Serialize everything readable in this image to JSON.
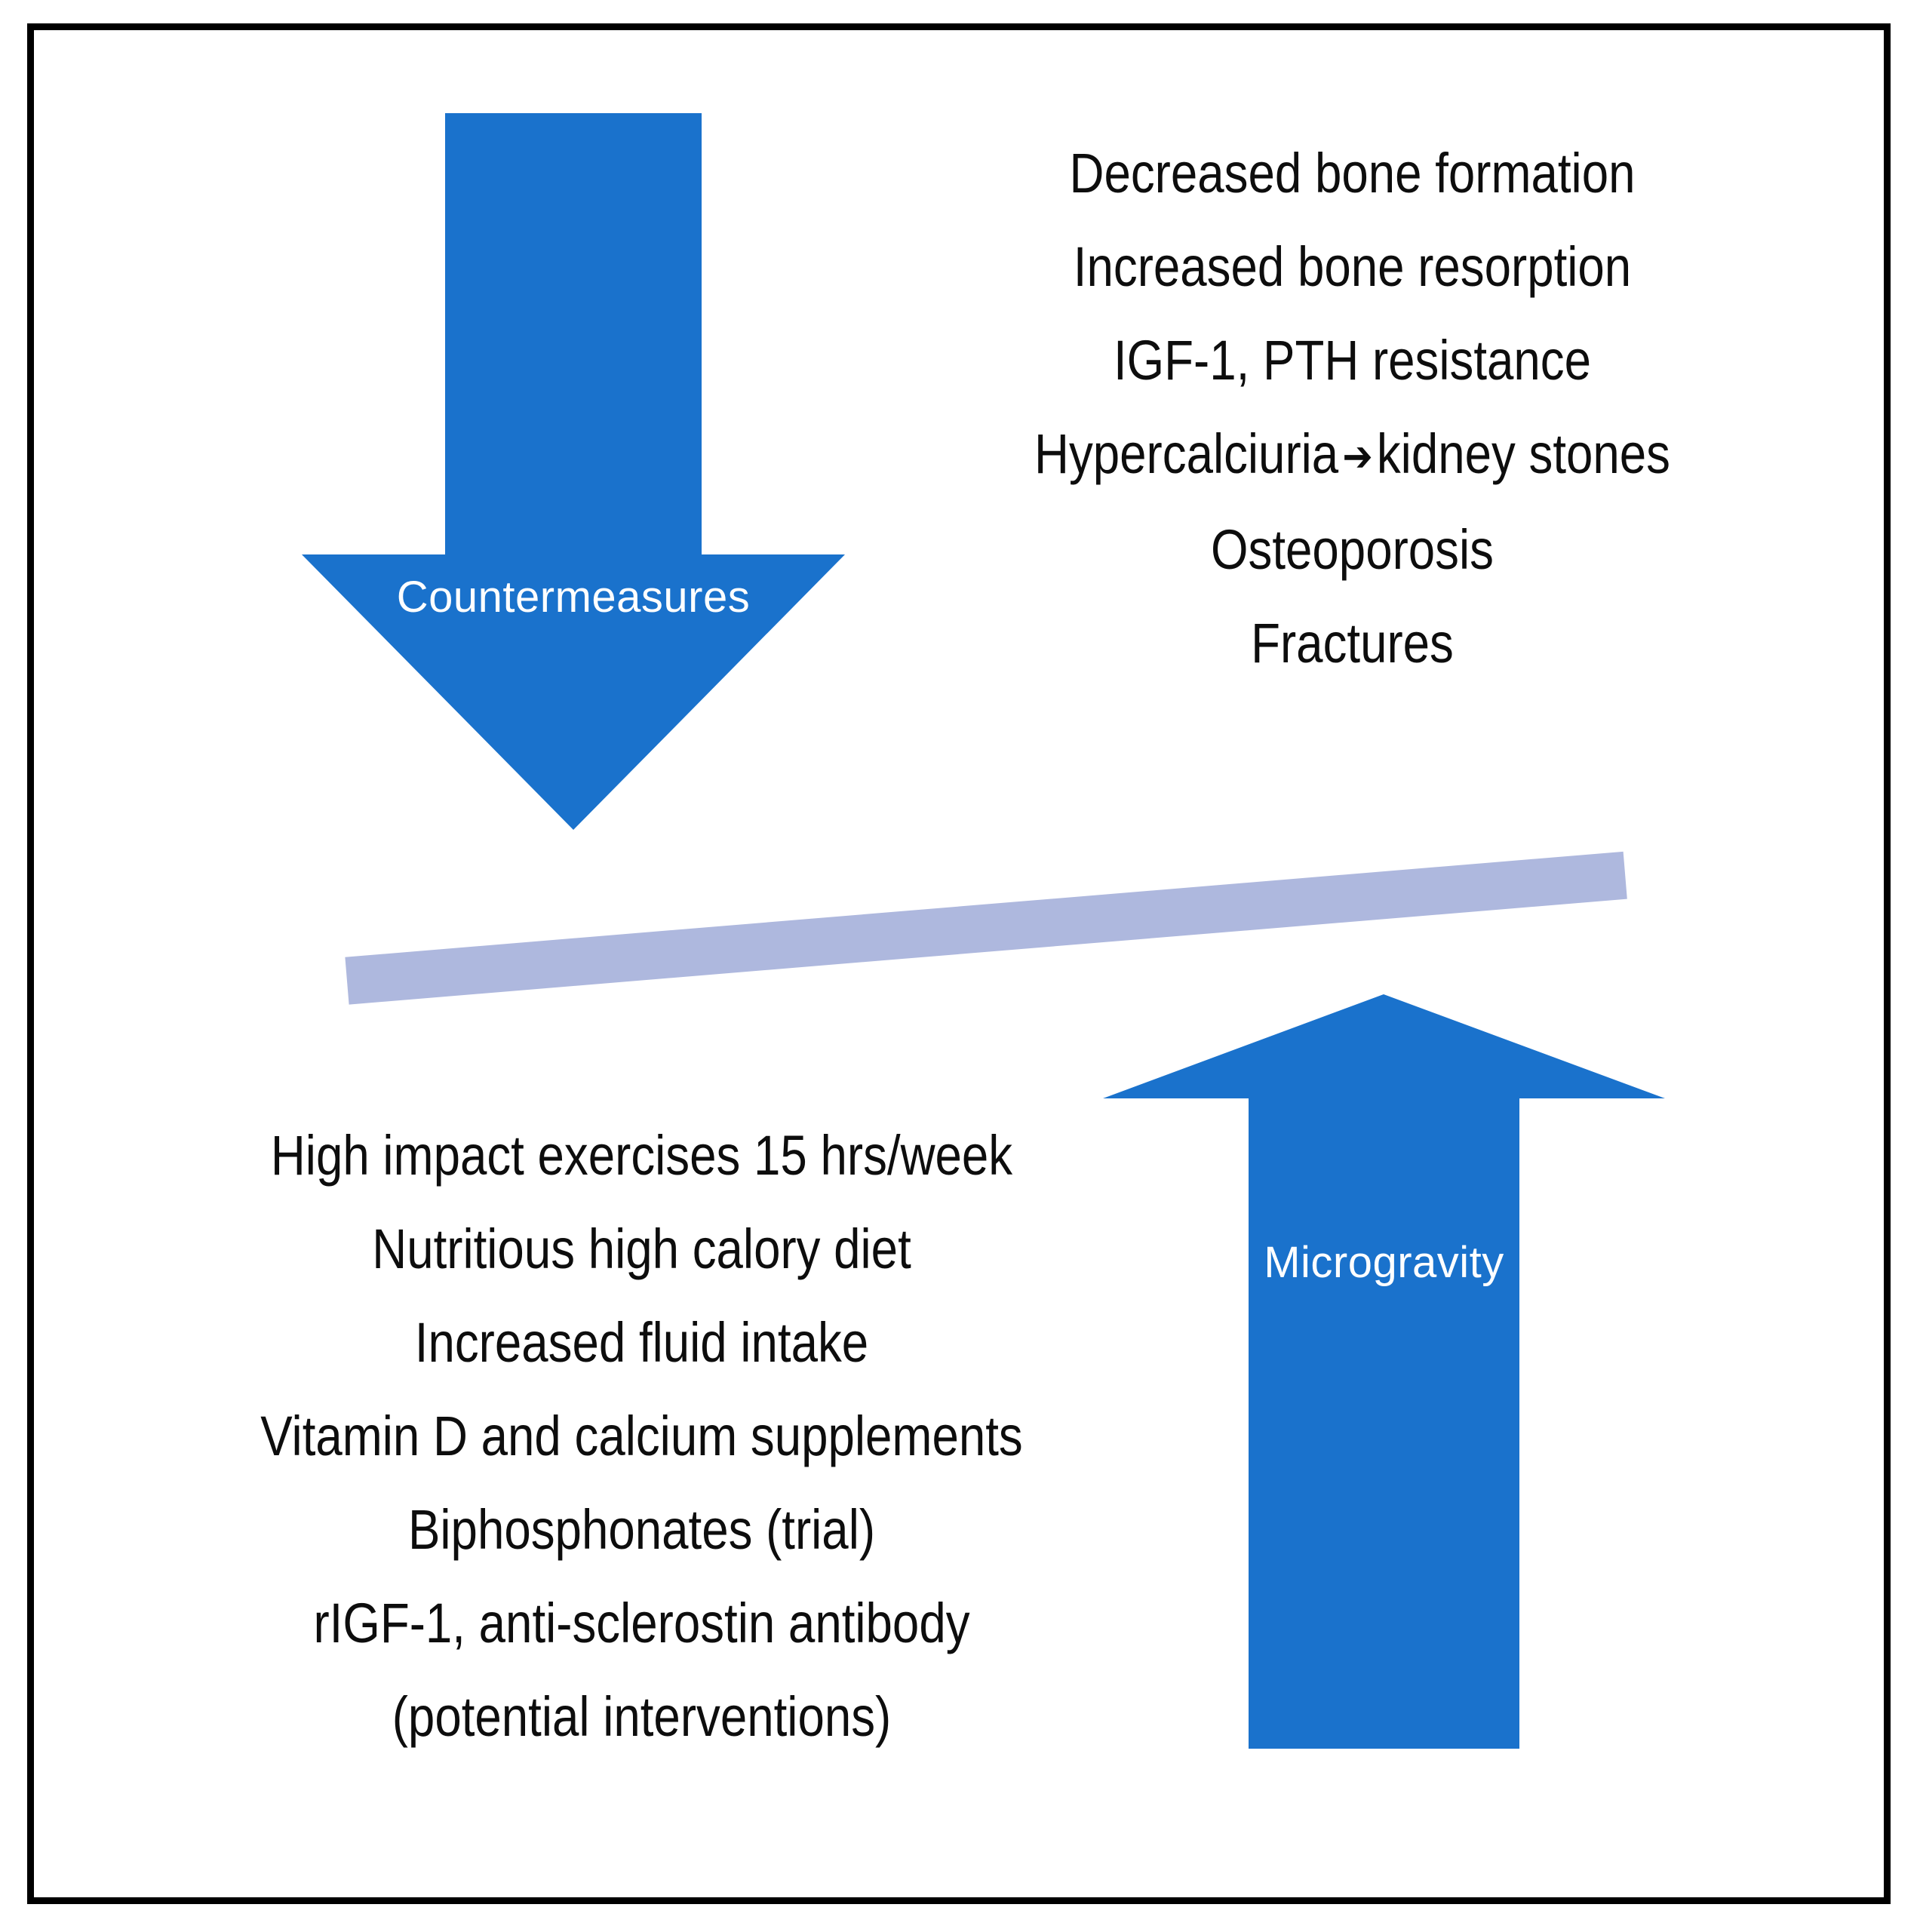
{
  "diagram": {
    "title": "Microgravity bone effects and countermeasures balance",
    "frame_color": "#000000",
    "background_color": "#ffffff",
    "arrow_color": "#1a72cc",
    "beam_color": "#aeb8de",
    "text_color": "#0d0d0d"
  },
  "down_arrow": {
    "label": "Countermeasures",
    "direction": "down",
    "label_color": "#ffffff"
  },
  "up_arrow": {
    "label": "Microgravity",
    "direction": "up",
    "label_color": "#ffffff"
  },
  "effects": {
    "lines": [
      "Decreased  bone formation",
      "Increased  bone resorption",
      "IGF-1, PTH resistance",
      "Osteoporosis",
      "Fractures"
    ],
    "arrow_line": {
      "before": "Hypercalciuria",
      "glyph": "➔",
      "after": "kidney stones"
    }
  },
  "countermeasures": {
    "lines": [
      "High impact exercises 15 hrs/week",
      "Nutritious high calory diet",
      "Increased  fluid intake",
      "Vitamin D and calcium supplements",
      "Biphosphonates  (trial)",
      "rIGF-1, anti-sclerostin  antibody",
      "(potential interventions)"
    ]
  }
}
